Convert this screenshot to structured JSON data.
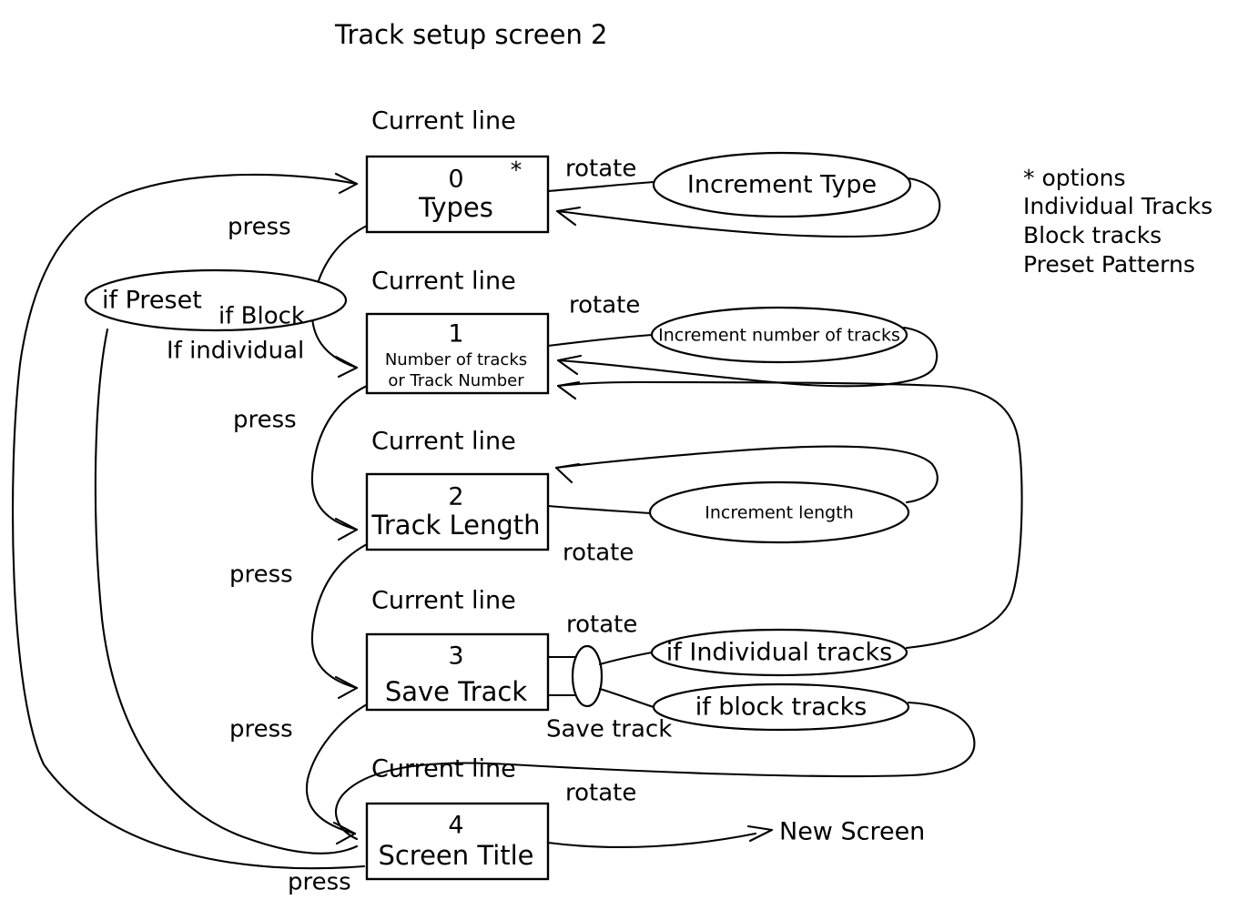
{
  "diagram": {
    "title": "Track setup screen 2",
    "caption_current_line": "Current line",
    "legend": {
      "heading": "* options",
      "items": [
        "Individual Tracks",
        "Block tracks",
        "Preset Patterns"
      ]
    },
    "nodes": [
      {
        "id": "types",
        "index": "0",
        "label": "Types",
        "marker": "*",
        "caption": "Current line"
      },
      {
        "id": "number-of-tracks",
        "index": "1",
        "label_line1": "Number of tracks",
        "label_line2": "or Track Number",
        "caption": "Current line"
      },
      {
        "id": "track-length",
        "index": "2",
        "label": "Track Length",
        "caption": "Current line"
      },
      {
        "id": "save-track",
        "index": "3",
        "label": "Save Track",
        "caption": "Current line"
      },
      {
        "id": "screen-title",
        "index": "4",
        "label": "Screen Title",
        "caption": "Current line"
      }
    ],
    "ellipses": [
      {
        "id": "increment-type",
        "label": "Increment Type"
      },
      {
        "id": "increment-number-of-tracks",
        "label": "Increment number of tracks"
      },
      {
        "id": "increment-length",
        "label": "Increment length"
      },
      {
        "id": "if-individual-tracks",
        "label": "if Individual tracks"
      },
      {
        "id": "if-block-tracks",
        "label": "if block tracks"
      },
      {
        "id": "if-preset",
        "label": "if Preset"
      },
      {
        "id": "save-track-junction",
        "label": ""
      }
    ],
    "edge_labels": {
      "rotate_types": "rotate",
      "rotate_number": "rotate",
      "rotate_length": "rotate",
      "rotate_save": "rotate",
      "rotate_screen_title": "rotate",
      "press_0": "press",
      "press_1": "press",
      "press_2": "press",
      "press_3": "press",
      "press_4": "press",
      "if_block": "if Block",
      "if_individual": "If individual",
      "save_track": "Save track"
    },
    "terminal": {
      "new_screen": "New Screen"
    }
  }
}
